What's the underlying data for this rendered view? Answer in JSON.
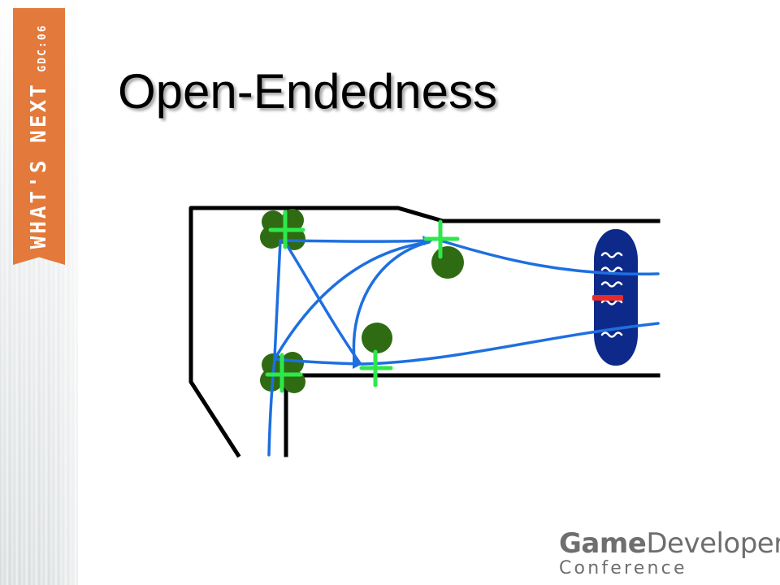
{
  "slide": {
    "title": "Open-Endedness"
  },
  "badge": {
    "main": "WHAT'S NEXT",
    "sub": "GDC:06",
    "color": "#e3793a"
  },
  "logo": {
    "word1": "Game",
    "word2": "Developers",
    "word3": "Conference"
  },
  "diagram": {
    "plus_symbol": "+",
    "minus_symbol": "-",
    "colors": {
      "walls": "#000000",
      "paths": "#1e6fe0",
      "bushes": "#2f6b12",
      "plus": "#2ee84a",
      "minus": "#e82a2a",
      "water": "#0d2a8a"
    }
  }
}
